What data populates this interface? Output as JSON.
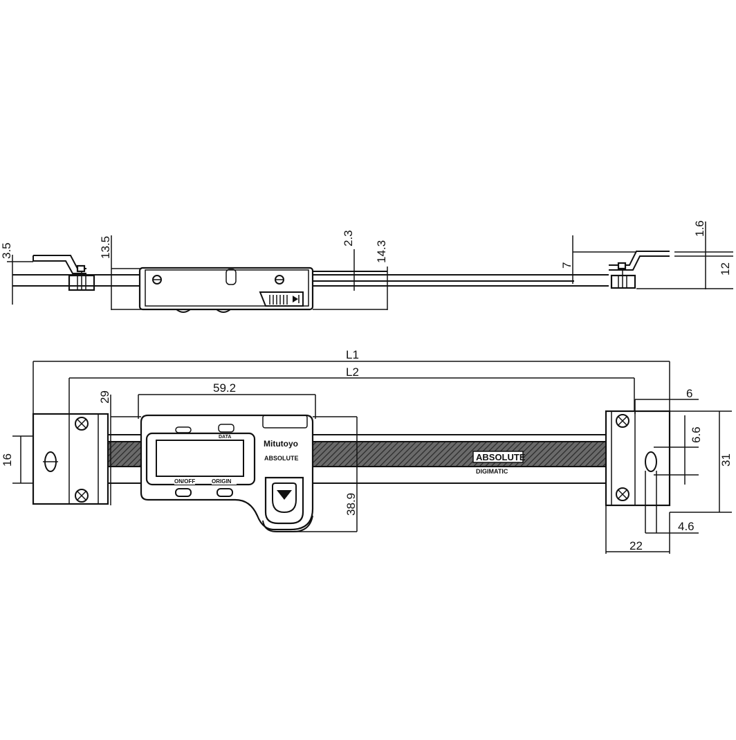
{
  "dimensions": {
    "side_view": {
      "d_3_5": "3.5",
      "d_13_5": "13.5",
      "d_2_3": "2.3",
      "d_14_3": "14.3",
      "d_7": "7",
      "d_1_6": "1.6",
      "d_12": "12"
    },
    "top_view": {
      "L1": "L1",
      "L2": "L2",
      "d_29": "29",
      "d_59_2": "59.2",
      "d_16": "16",
      "d_38_9": "38.9",
      "d_6": "6",
      "d_6_6": "6.6",
      "d_31": "31",
      "d_4_6": "4.6",
      "d_22": "22"
    }
  },
  "labels": {
    "brand": "Mitutoyo",
    "head_logo": "ABSOLUTE",
    "scale_logo": "ABSOLUTE",
    "scale_sub": "DIGIMATIC",
    "button_left": "ON/OFF",
    "button_right": "ORIGIN",
    "button_top": "DATA"
  }
}
